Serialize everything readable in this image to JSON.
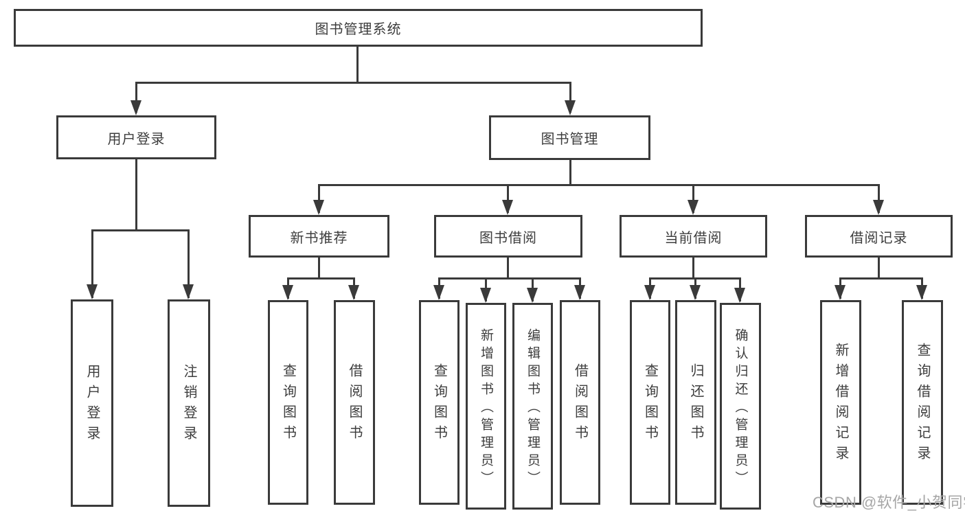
{
  "colors": {
    "line": "#3a3a3a",
    "text": "#3d3d3d",
    "watermark": "#a6a6a6"
  },
  "nodes": {
    "root": "图书管理系统",
    "user_login": "用户登录",
    "book_mgmt": "图书管理",
    "new_book_rec": "新书推荐",
    "book_borrow": "图书借阅",
    "current_borrow": "当前借阅",
    "borrow_records": "借阅记录",
    "leaf_user_login": "用户登录",
    "leaf_logout": "注销登录",
    "rec_query_book": "查询图书",
    "rec_borrow_book": "借阅图书",
    "bb_query_book": "查询图书",
    "bb_add_book": "新增图书（管理员）",
    "bb_edit_book": "编辑图书（管理员）",
    "bb_borrow_book": "借阅图书",
    "cb_query_book": "查询图书",
    "cb_return_book": "归还图书",
    "cb_confirm_return": "确认归还（管理员）",
    "br_add_record": "新增借阅记录",
    "br_query_record": "查询借阅记录"
  },
  "watermark": "CSDN @软件_小贺同学"
}
